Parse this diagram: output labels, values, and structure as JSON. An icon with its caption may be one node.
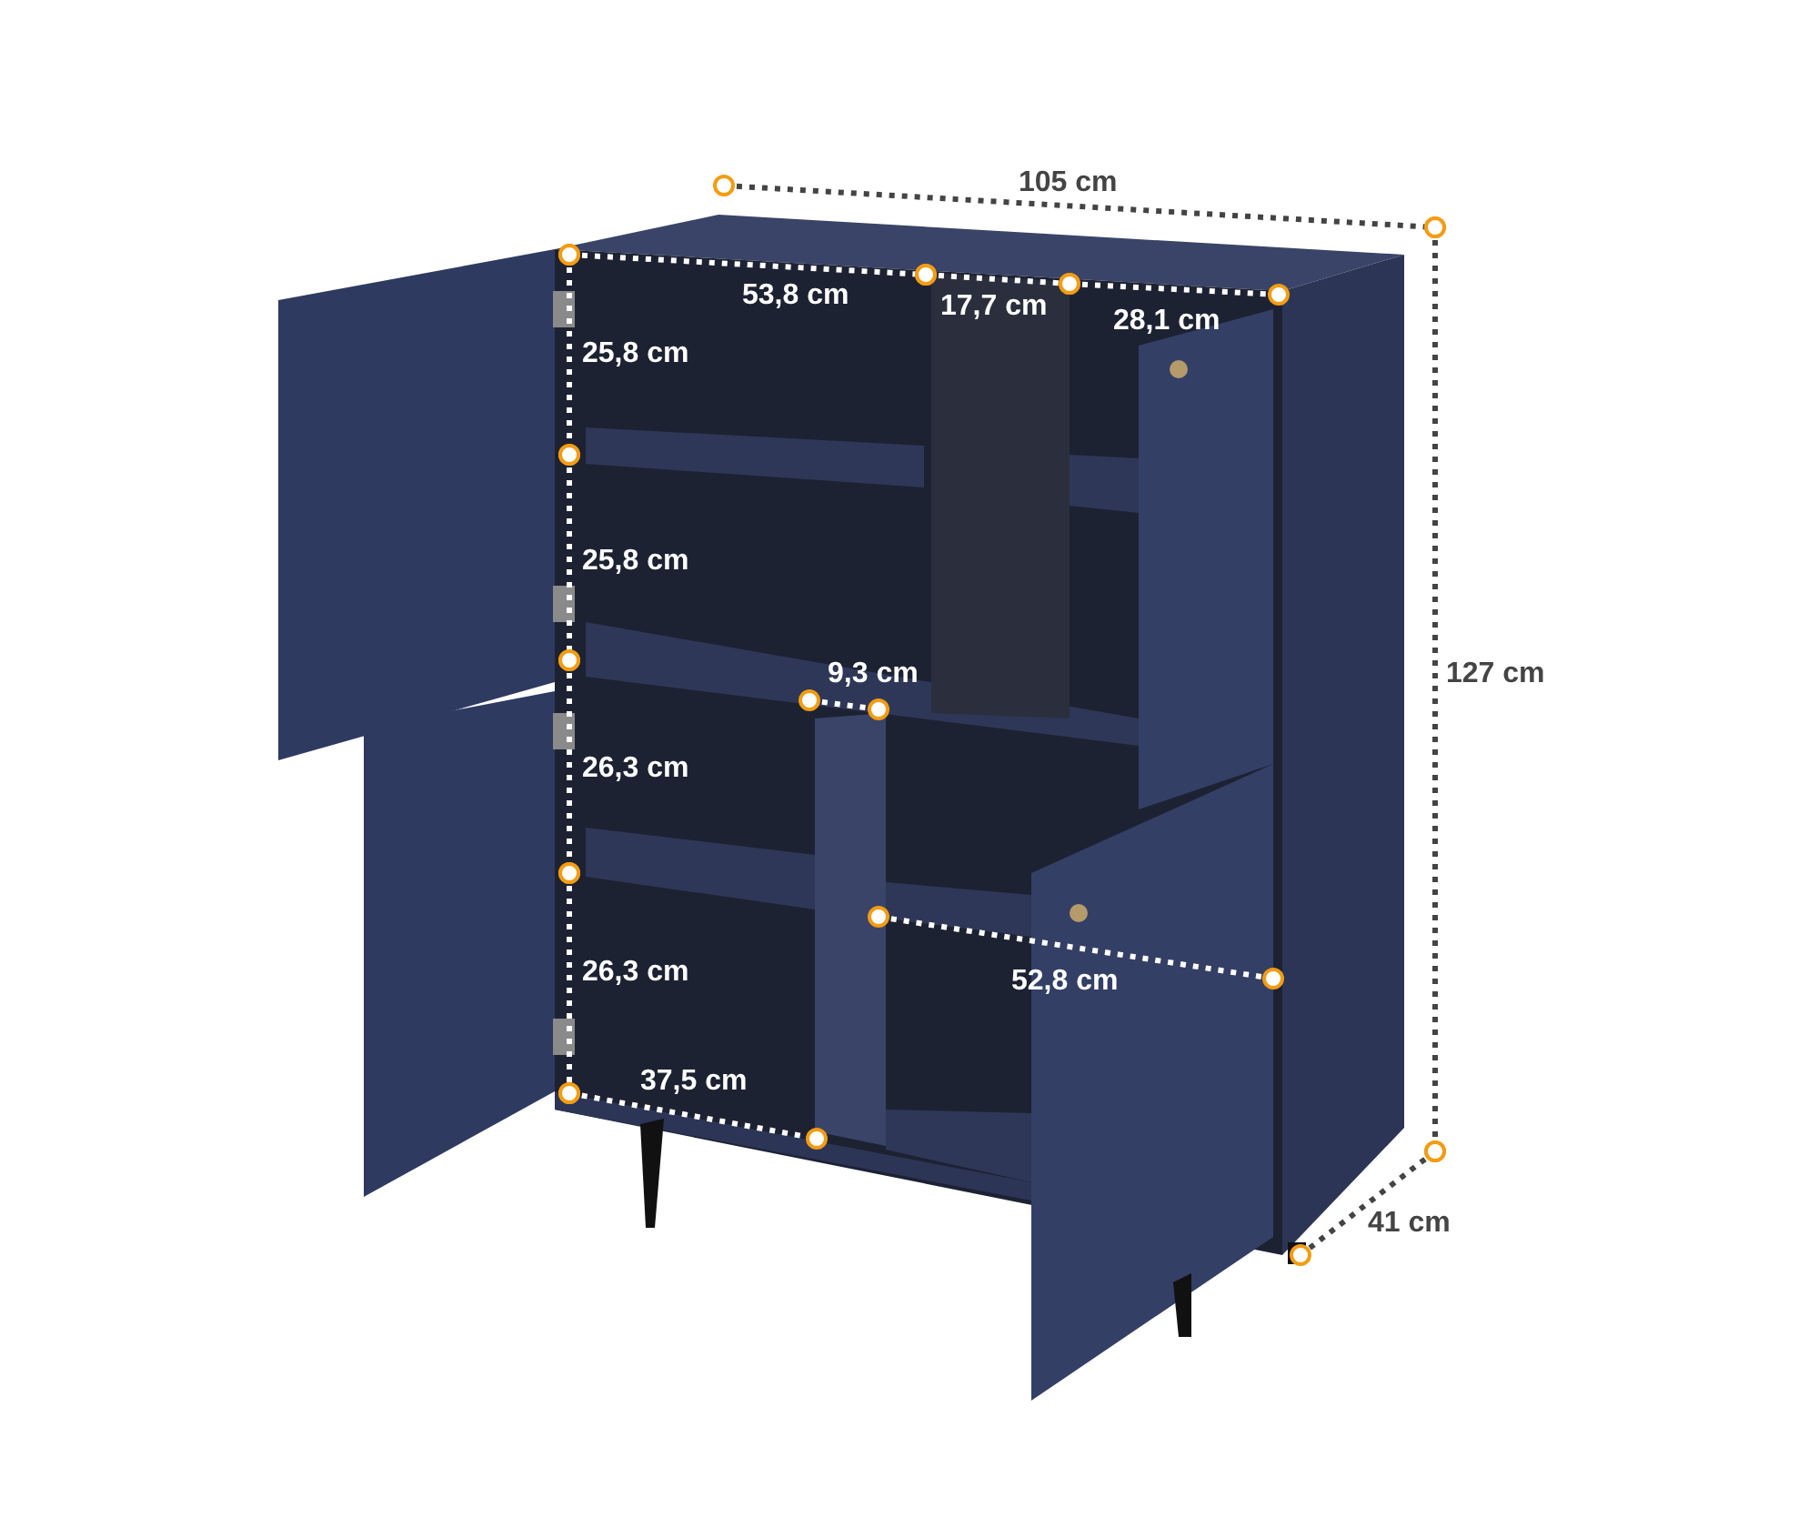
{
  "diagram": {
    "labels": [
      "105 cm",
      "53,8 cm",
      "17,7 cm",
      "28,1 cm",
      "25,8 cm",
      "25,8 cm",
      "127 cm",
      "9,3 cm",
      "26,3 cm",
      "26,3 cm",
      "52,8 cm",
      "37,5 cm",
      "41 cm"
    ]
  }
}
